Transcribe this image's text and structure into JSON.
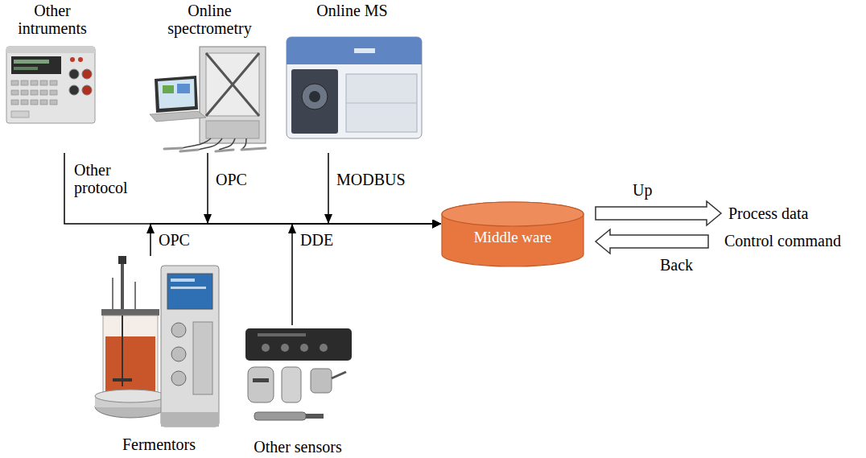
{
  "diagram": {
    "nodes": [
      {
        "text": [
          "Other intruments"
        ]
      },
      {
        "text": [
          "Online spectrometry"
        ]
      },
      {
        "text": [
          "Online MS"
        ]
      },
      {
        "text": [
          "Fermentors"
        ]
      },
      {
        "text": [
          "Other sensors"
        ]
      },
      {
        "text": [
          "Middle ware"
        ]
      }
    ],
    "edges": [
      {
        "from": 0,
        "to": 5,
        "arrow": "to",
        "label": "Other protocol"
      },
      {
        "from": 1,
        "to": 5,
        "arrow": "to",
        "label": "OPC"
      },
      {
        "from": 2,
        "to": 5,
        "arrow": "to",
        "label": "MODBUS"
      },
      {
        "from": 3,
        "to": 5,
        "arrow": "to",
        "label": "OPC"
      },
      {
        "from": 4,
        "to": 5,
        "arrow": "to",
        "label": "DDE"
      }
    ],
    "labels": [
      "Up",
      "Process data",
      "Control command",
      "Back"
    ]
  }
}
